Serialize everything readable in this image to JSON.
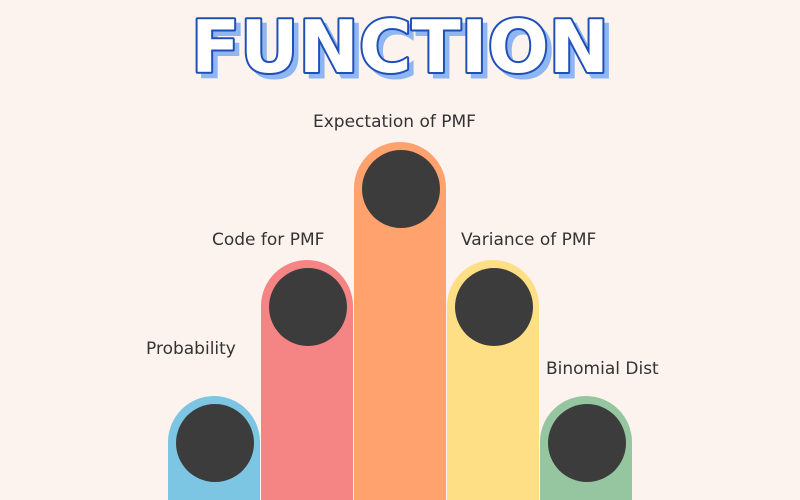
{
  "title": "FUNCTION",
  "colors": {
    "background": "#fdf3ee",
    "title_fill": "#ffffff",
    "title_stroke": "#1f4fb8",
    "title_shadow": "#8fb6f0",
    "dot": "#3c3c3c"
  },
  "items": [
    {
      "label": "Probability",
      "color": "#7cc5e3"
    },
    {
      "label": "Code for PMF",
      "color": "#f58585"
    },
    {
      "label": "Expectation of PMF",
      "color": "#ffa26e"
    },
    {
      "label": "Variance of PMF",
      "color": "#ffdf86"
    },
    {
      "label": "Binomial Dist",
      "color": "#95c6a0"
    }
  ]
}
